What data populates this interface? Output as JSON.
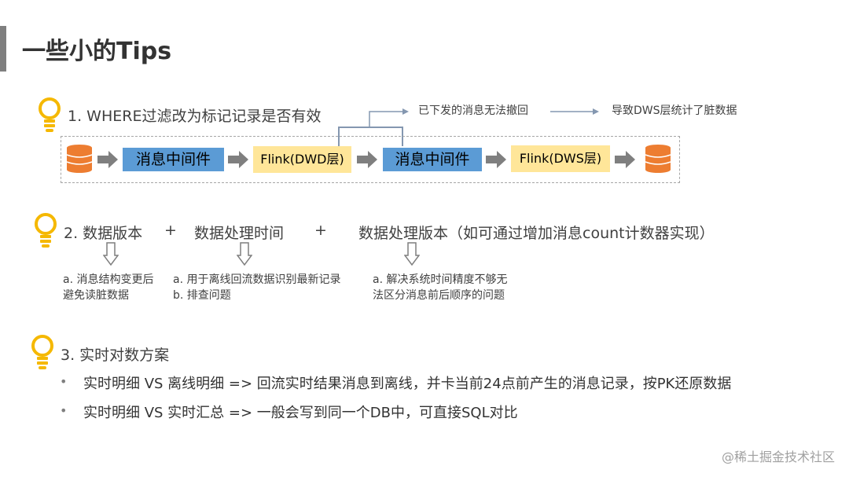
{
  "title": "一些小的Tips",
  "tip1": {
    "heading": "1. WHERE过滤改为标记记录是否有效",
    "note_undo": "已下发的消息无法撤回",
    "note_dirty": "导致DWS层统计了脏数据",
    "flow": [
      "消息中间件",
      "Flink(DWD层)",
      "消息中间件",
      "Flink(DWS层)"
    ]
  },
  "tip2": {
    "col1": "2. 数据版本",
    "plus1": "+",
    "col2": "数据处理时间",
    "plus2": "+",
    "col3": "数据处理版本（如可通过增加消息count计数器实现）",
    "note1_line1": "a. 消息结构变更后",
    "note1_line2": "避免读脏数据",
    "note2_line1": "a. 用于离线回流数据识别最新记录",
    "note2_line2": "b. 排查问题",
    "note3_line1": "a. 解决系统时间精度不够无",
    "note3_line2": "法区分消息前后顺序的问题"
  },
  "tip3": {
    "heading": "3. 实时对数方案",
    "bullet_char": "•",
    "item1": "实时明细 VS 离线明细 => 回流实时结果消息到离线，并卡当前24点前产生的消息记录，按PK还原数据",
    "item2": "实时明细 VS 实时汇总 => 一般会写到同一个DB中，可直接SQL对比"
  },
  "watermark": "@稀土掘金技术社区",
  "colors": {
    "accent_bar": "#7f7f7f",
    "bulb": "#f5b800",
    "blue_box": "#5b9bd5",
    "yellow_box": "#ffe699",
    "db": "#ed7d31",
    "arrow": "#7f7f7f"
  }
}
